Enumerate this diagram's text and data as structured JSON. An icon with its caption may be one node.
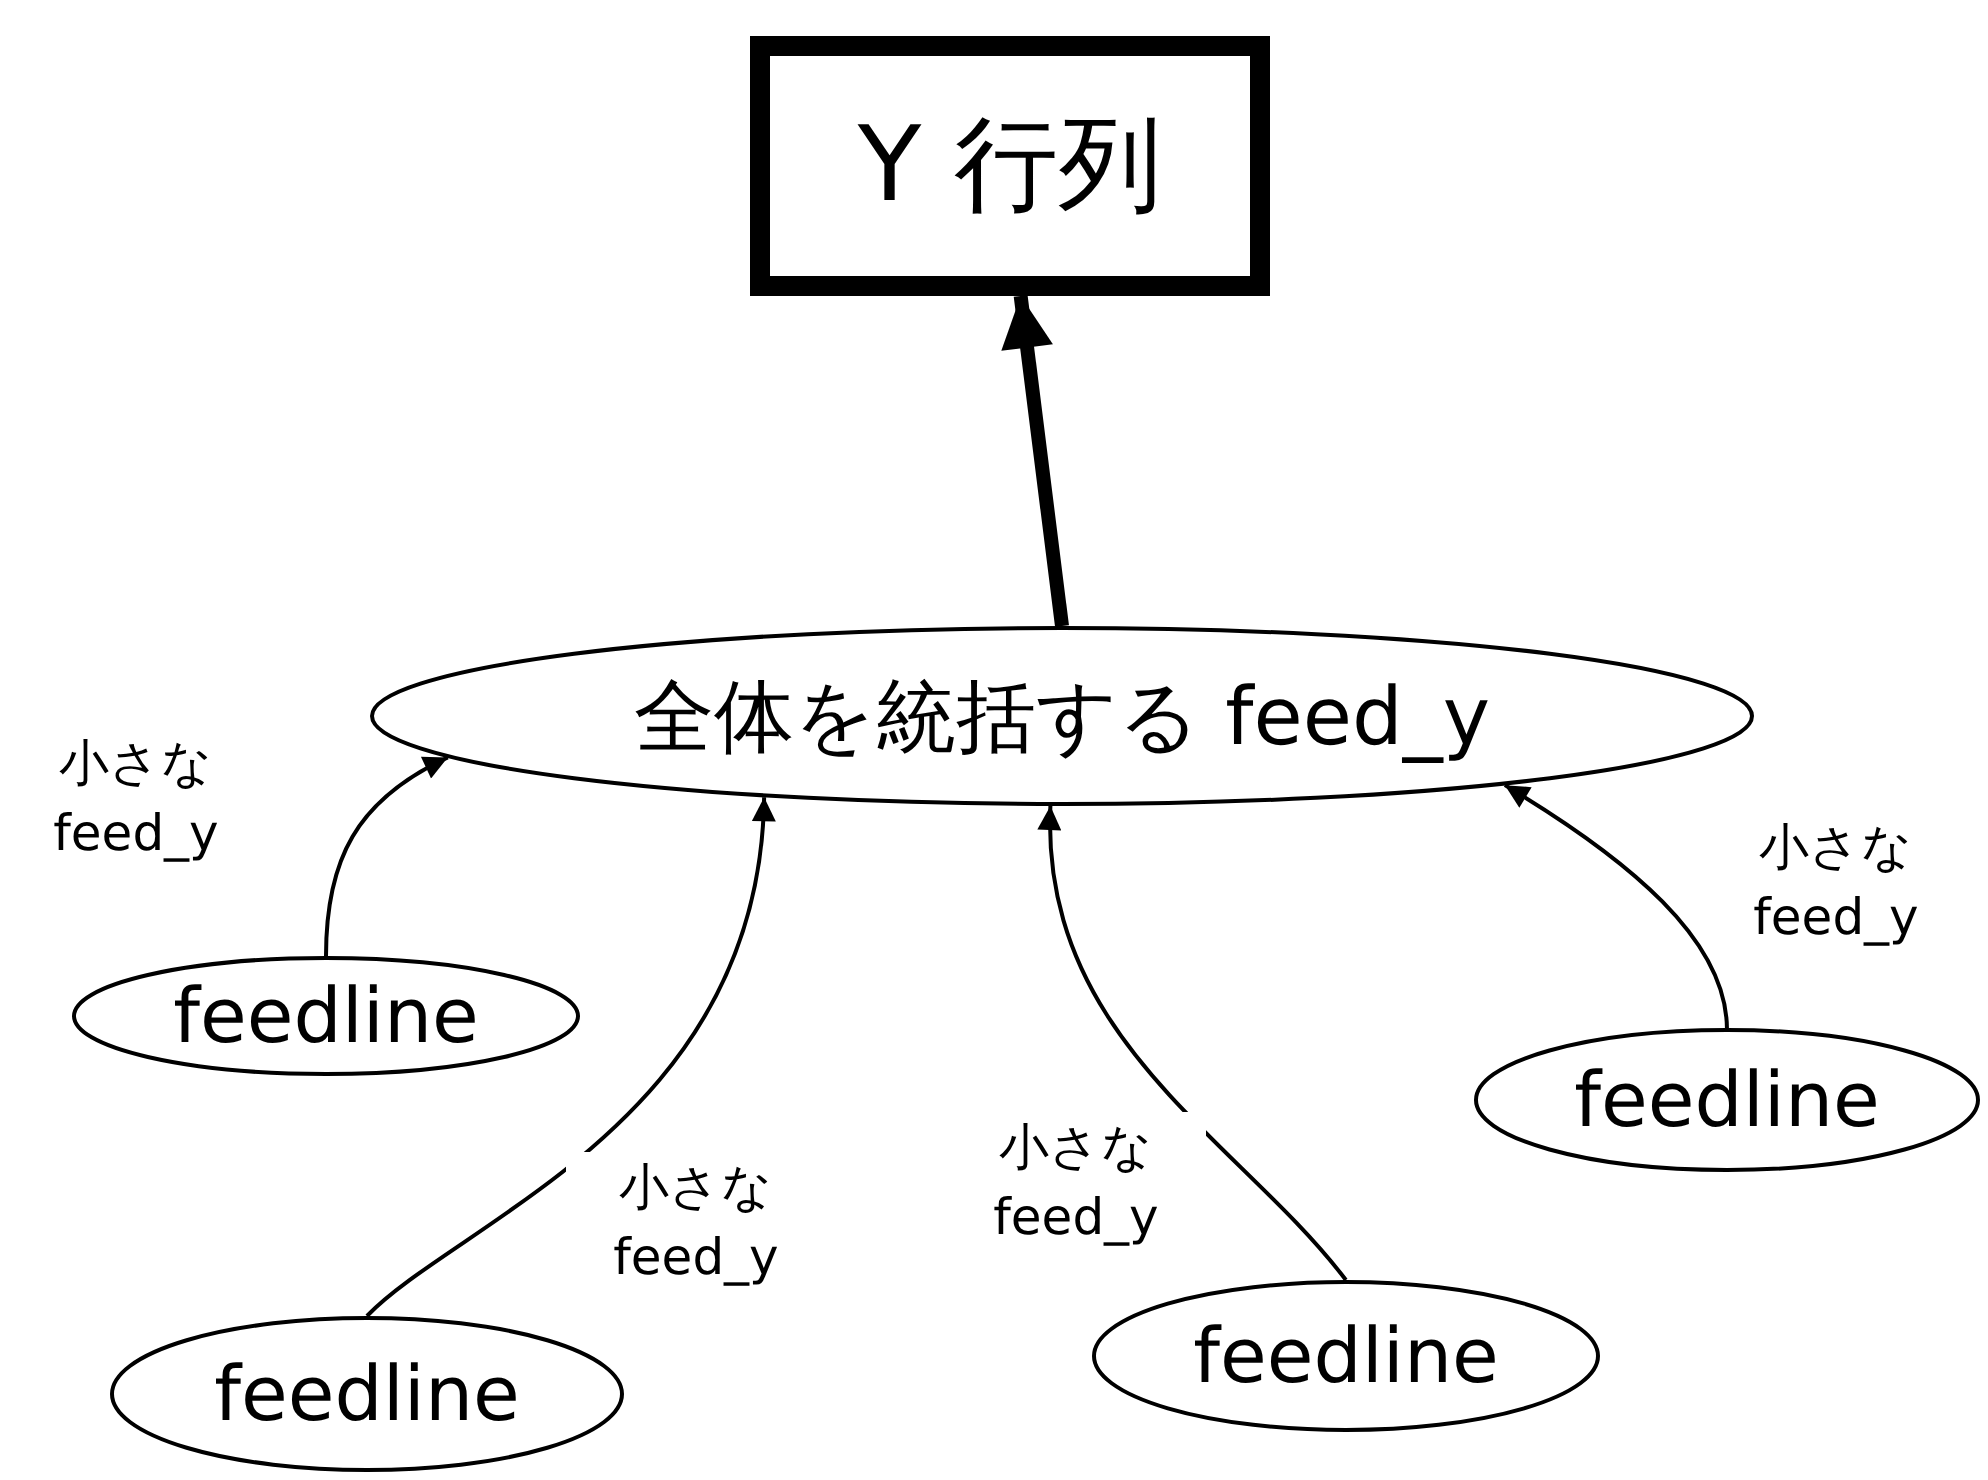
{
  "diagram": {
    "nodes": [
      {
        "text": [
          "Y 行列"
        ]
      },
      {
        "text": [
          "全体を統括する feed_y"
        ]
      },
      {
        "text": [
          "feedline"
        ]
      },
      {
        "text": [
          "feedline"
        ]
      },
      {
        "text": [
          "feedline"
        ]
      },
      {
        "text": [
          "feedline"
        ]
      }
    ],
    "edges": [
      {
        "from": 1,
        "to": 0,
        "arrow": "to",
        "style": "thick"
      },
      {
        "from": 2,
        "to": 1,
        "arrow": "to",
        "label": "小さな feed_y"
      },
      {
        "from": 3,
        "to": 1,
        "arrow": "to",
        "label": "小さな feed_y"
      },
      {
        "from": 4,
        "to": 1,
        "arrow": "to",
        "label": "小さな feed_y"
      },
      {
        "from": 5,
        "to": 1,
        "arrow": "to",
        "label": "小さな feed_y"
      }
    ]
  }
}
